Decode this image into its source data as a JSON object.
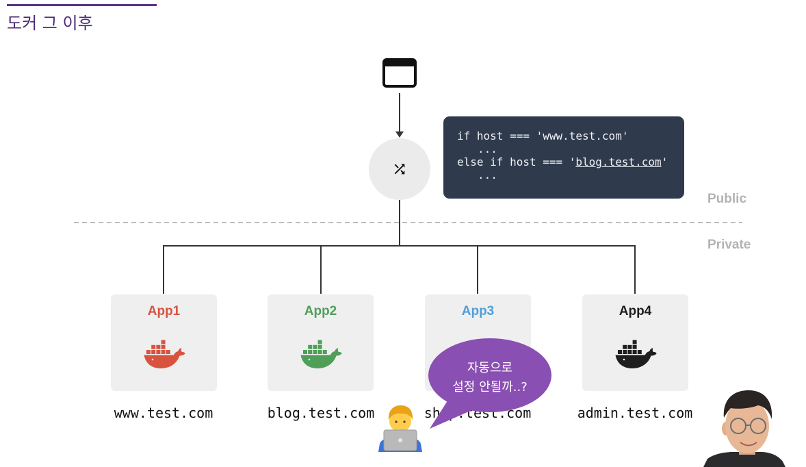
{
  "slide": {
    "title": "도커 그 이후"
  },
  "diagram": {
    "client_icon": "browser-window-icon",
    "proxy_icon": "shuffle-icon"
  },
  "routing_code": {
    "line1": "if host === 'www.test.com'",
    "line2": "...",
    "line3_prefix": "else if host === '",
    "line3_host": "blog.test.com",
    "line3_suffix": "'",
    "line4": "..."
  },
  "zones": {
    "public": "Public",
    "private": "Private"
  },
  "apps": [
    {
      "name": "App1",
      "domain": "www.test.com",
      "color": "#d8533f",
      "icon": "docker-whale-icon"
    },
    {
      "name": "App2",
      "domain": "blog.test.com",
      "color": "#4f9f58",
      "icon": "docker-whale-icon"
    },
    {
      "name": "App3",
      "domain": "shop.test.com",
      "color": "#4f9fd9",
      "icon": "docker-whale-icon"
    },
    {
      "name": "App4",
      "domain": "admin.test.com",
      "color": "#1e1e1e",
      "icon": "docker-whale-icon"
    }
  ],
  "speech_bubble": {
    "line1": "자동으로",
    "line2": "설정 안될까..?",
    "color": "#8a4fb2"
  },
  "avatar": {
    "icon": "technologist-emoji"
  },
  "colors": {
    "title": "#4b2a7b",
    "accent_line": "#5b2f86",
    "code_background": "#2f3b4c",
    "zone_label": "#b3b3b3",
    "card_background": "#efefef",
    "connector": "#333333",
    "divider": "#bdbdbd"
  }
}
